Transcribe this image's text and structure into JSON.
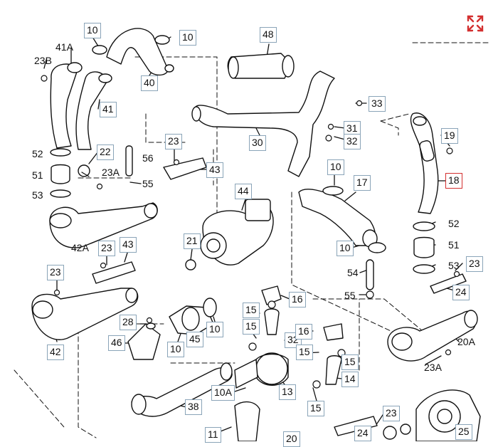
{
  "accent_color": "#d32f2f",
  "label_border_color": "#8aa4b8",
  "expand_icon": "fullscreen-expand-icon",
  "selected_label": "18",
  "callouts": {
    "c10a": "10",
    "c10b": "10",
    "c40": "40",
    "c41": "41",
    "c48": "48",
    "c33": "33",
    "c31": "31",
    "c32": "32",
    "c30": "30",
    "c19": "19",
    "c18": "18",
    "c22": "22",
    "c23a": "23",
    "c43a": "43",
    "c10c": "10",
    "c17": "17",
    "c44": "44",
    "c21": "21",
    "c23b": "23",
    "c43b": "43",
    "c23c": "23",
    "c42": "42",
    "c28": "28",
    "c46": "46",
    "c10d": "10",
    "c10e": "10",
    "c45": "45",
    "c16a": "16",
    "c15a": "15",
    "c15b": "15",
    "c32b": "32",
    "c16b": "16",
    "c15c": "15",
    "c15d": "15",
    "c14": "14",
    "c13": "13",
    "c10A": "10A",
    "c38": "38",
    "c15e": "15",
    "c11": "11",
    "c23d": "23",
    "c24": "24",
    "c23e": "23",
    "c24b": "24",
    "c25": "25",
    "c10f": "10",
    "c20": "20"
  },
  "plain_labels": {
    "p41A": "41A",
    "p23B": "23B",
    "p56": "56",
    "p23A": "23A",
    "p55": "55",
    "p52": "52",
    "p51": "51",
    "p53": "53",
    "p42A": "42A",
    "p52r": "52",
    "p51r": "51",
    "p53r": "53",
    "p54": "54",
    "p55r": "55",
    "p20A": "20A",
    "p23Ar": "23A"
  }
}
